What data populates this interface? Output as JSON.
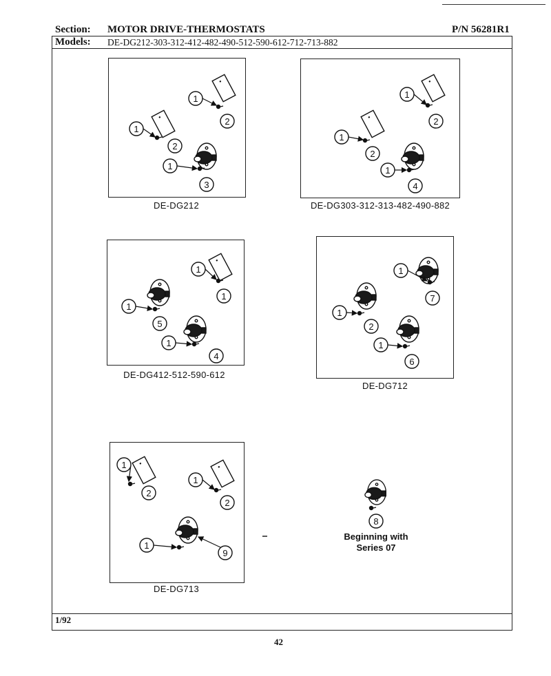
{
  "header": {
    "section_label": "Section:",
    "section_value": "MOTOR DRIVE-THERMOSTATS",
    "part_number": "P/N 56281R1",
    "models_label": "Models:",
    "models_value": "DE-DG212-303-312-412-482-490-512-590-612-712-713-882"
  },
  "diagrams": [
    {
      "caption": "DE-DG212",
      "callouts": [
        "1",
        "2",
        "1",
        "2",
        "1",
        "3"
      ]
    },
    {
      "caption": "DE-DG303-312-313-482-490-882",
      "callouts": [
        "1",
        "2",
        "1",
        "2",
        "1",
        "4"
      ]
    },
    {
      "caption": "DE-DG412-512-590-612",
      "callouts": [
        "1",
        "1",
        "1",
        "5",
        "1",
        "4"
      ]
    },
    {
      "caption": "DE-DG712",
      "callouts": [
        "1",
        "7",
        "1",
        "2",
        "1",
        "6"
      ]
    },
    {
      "caption": "DE-DG713",
      "callouts": [
        "1",
        "2",
        "1",
        "2",
        "1",
        "9"
      ]
    }
  ],
  "standalone": {
    "callout": "8",
    "note_line1": "Beginning with",
    "note_line2": "Series 07"
  },
  "footer": {
    "date": "1/92",
    "page_number": "42"
  }
}
